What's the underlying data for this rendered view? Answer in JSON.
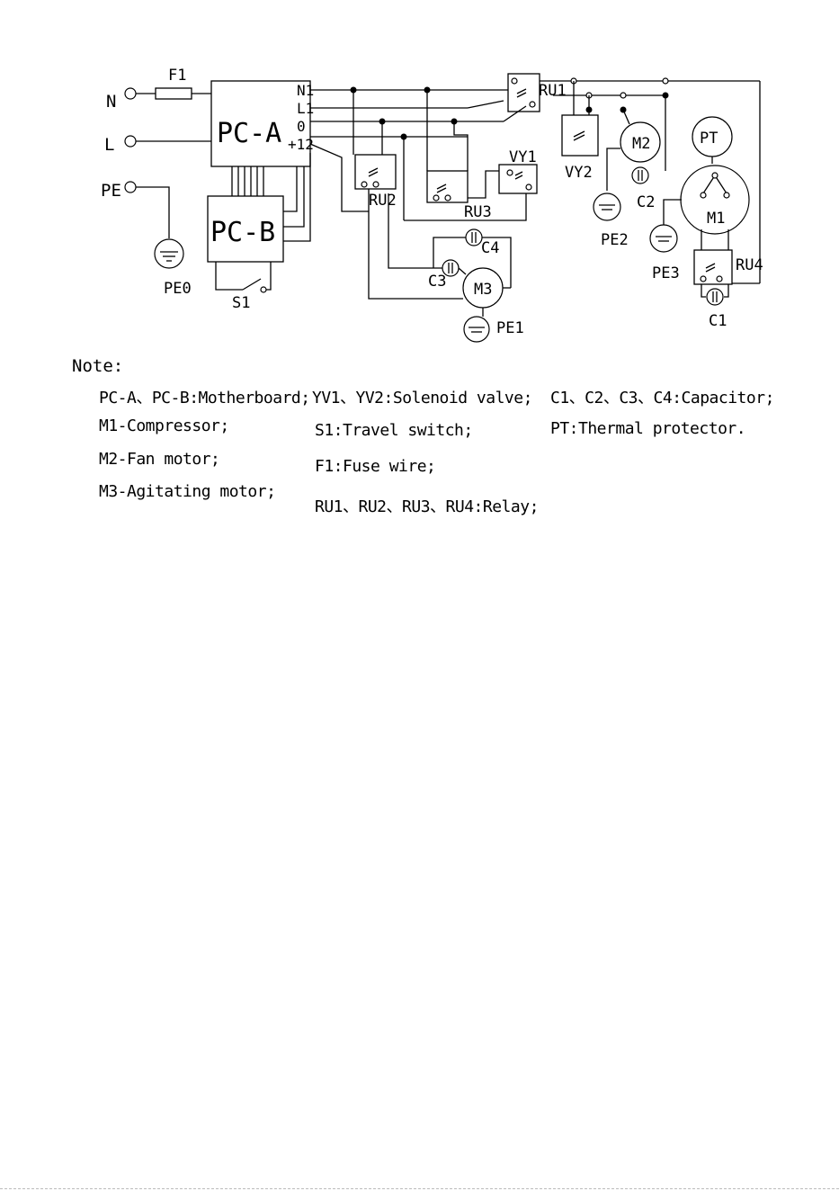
{
  "diagram": {
    "inputs": {
      "n": "N",
      "l": "L",
      "pe": "PE",
      "f1": "F1"
    },
    "boards": {
      "pca": "PC-A",
      "pcb": "PC-B"
    },
    "pca_terminals": {
      "n1": "N1",
      "l1": "L1",
      "zero": "0",
      "plus12": "+12"
    },
    "relays": {
      "ru1": "RU1",
      "ru2": "RU2",
      "ru3": "RU3",
      "ru4": "RU4"
    },
    "valves": {
      "vy1": "VY1",
      "vy2": "VY2"
    },
    "motors": {
      "m1": "M1",
      "m2": "M2",
      "m3": "M3"
    },
    "capacitors": {
      "c1": "C1",
      "c2": "C2",
      "c3": "C3",
      "c4": "C4"
    },
    "grounds": {
      "pe0": "PE0",
      "pe1": "PE1",
      "pe2": "PE2",
      "pe3": "PE3"
    },
    "switch": "S1",
    "protector": "PT"
  },
  "notes": {
    "title": "Note:",
    "col1": [
      "PC-A、PC-B:Motherboard;",
      "M1-Compressor;",
      "M2-Fan motor;",
      "M3-Agitating motor;"
    ],
    "col2": [
      "YV1、YV2:Solenoid valve;",
      "S1:Travel switch;",
      "F1:Fuse wire;",
      "RU1、RU2、RU3、RU4:Relay;"
    ],
    "col3": [
      "C1、C2、C3、C4:Capacitor;",
      "PT:Thermal protector."
    ]
  }
}
